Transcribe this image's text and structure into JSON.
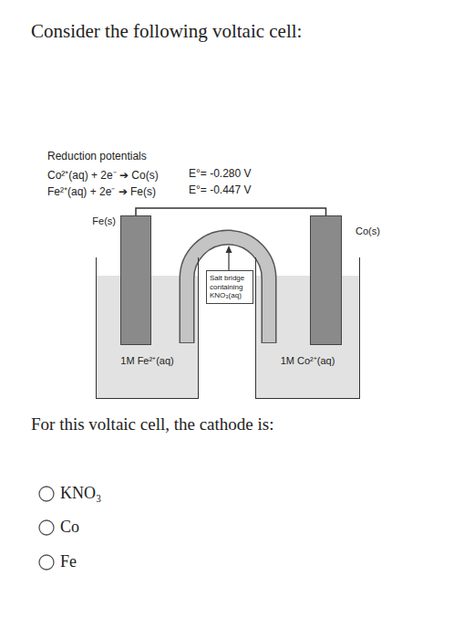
{
  "diagram": {
    "title": "Consider the following voltaic cell:",
    "nodes": [
      {
        "text": [
          "1M Fe²⁺(aq)"
        ]
      },
      {
        "text": [
          "1M Co²⁺(aq)"
        ]
      },
      {
        "text": [
          "Fe(s)"
        ]
      },
      {
        "text": [
          "Co(s)"
        ]
      },
      {
        "text": [
          "Salt bridge containing KNO₃(aq)"
        ]
      }
    ],
    "edges": [
      {
        "from": 2,
        "to": 3,
        "arrow": "none"
      }
    ],
    "labels": [
      "Reduction potentials",
      "Co²⁺(aq) + 2e⁻ ➔ Co(s)",
      "E°= -0.280 V",
      "Fe²⁺(aq) + 2e⁻ ➔ Fe(s)",
      "E°= -0.447 V",
      "For this voltaic cell, the cathode is:",
      "KNO₃",
      "Co",
      "Fe"
    ]
  }
}
